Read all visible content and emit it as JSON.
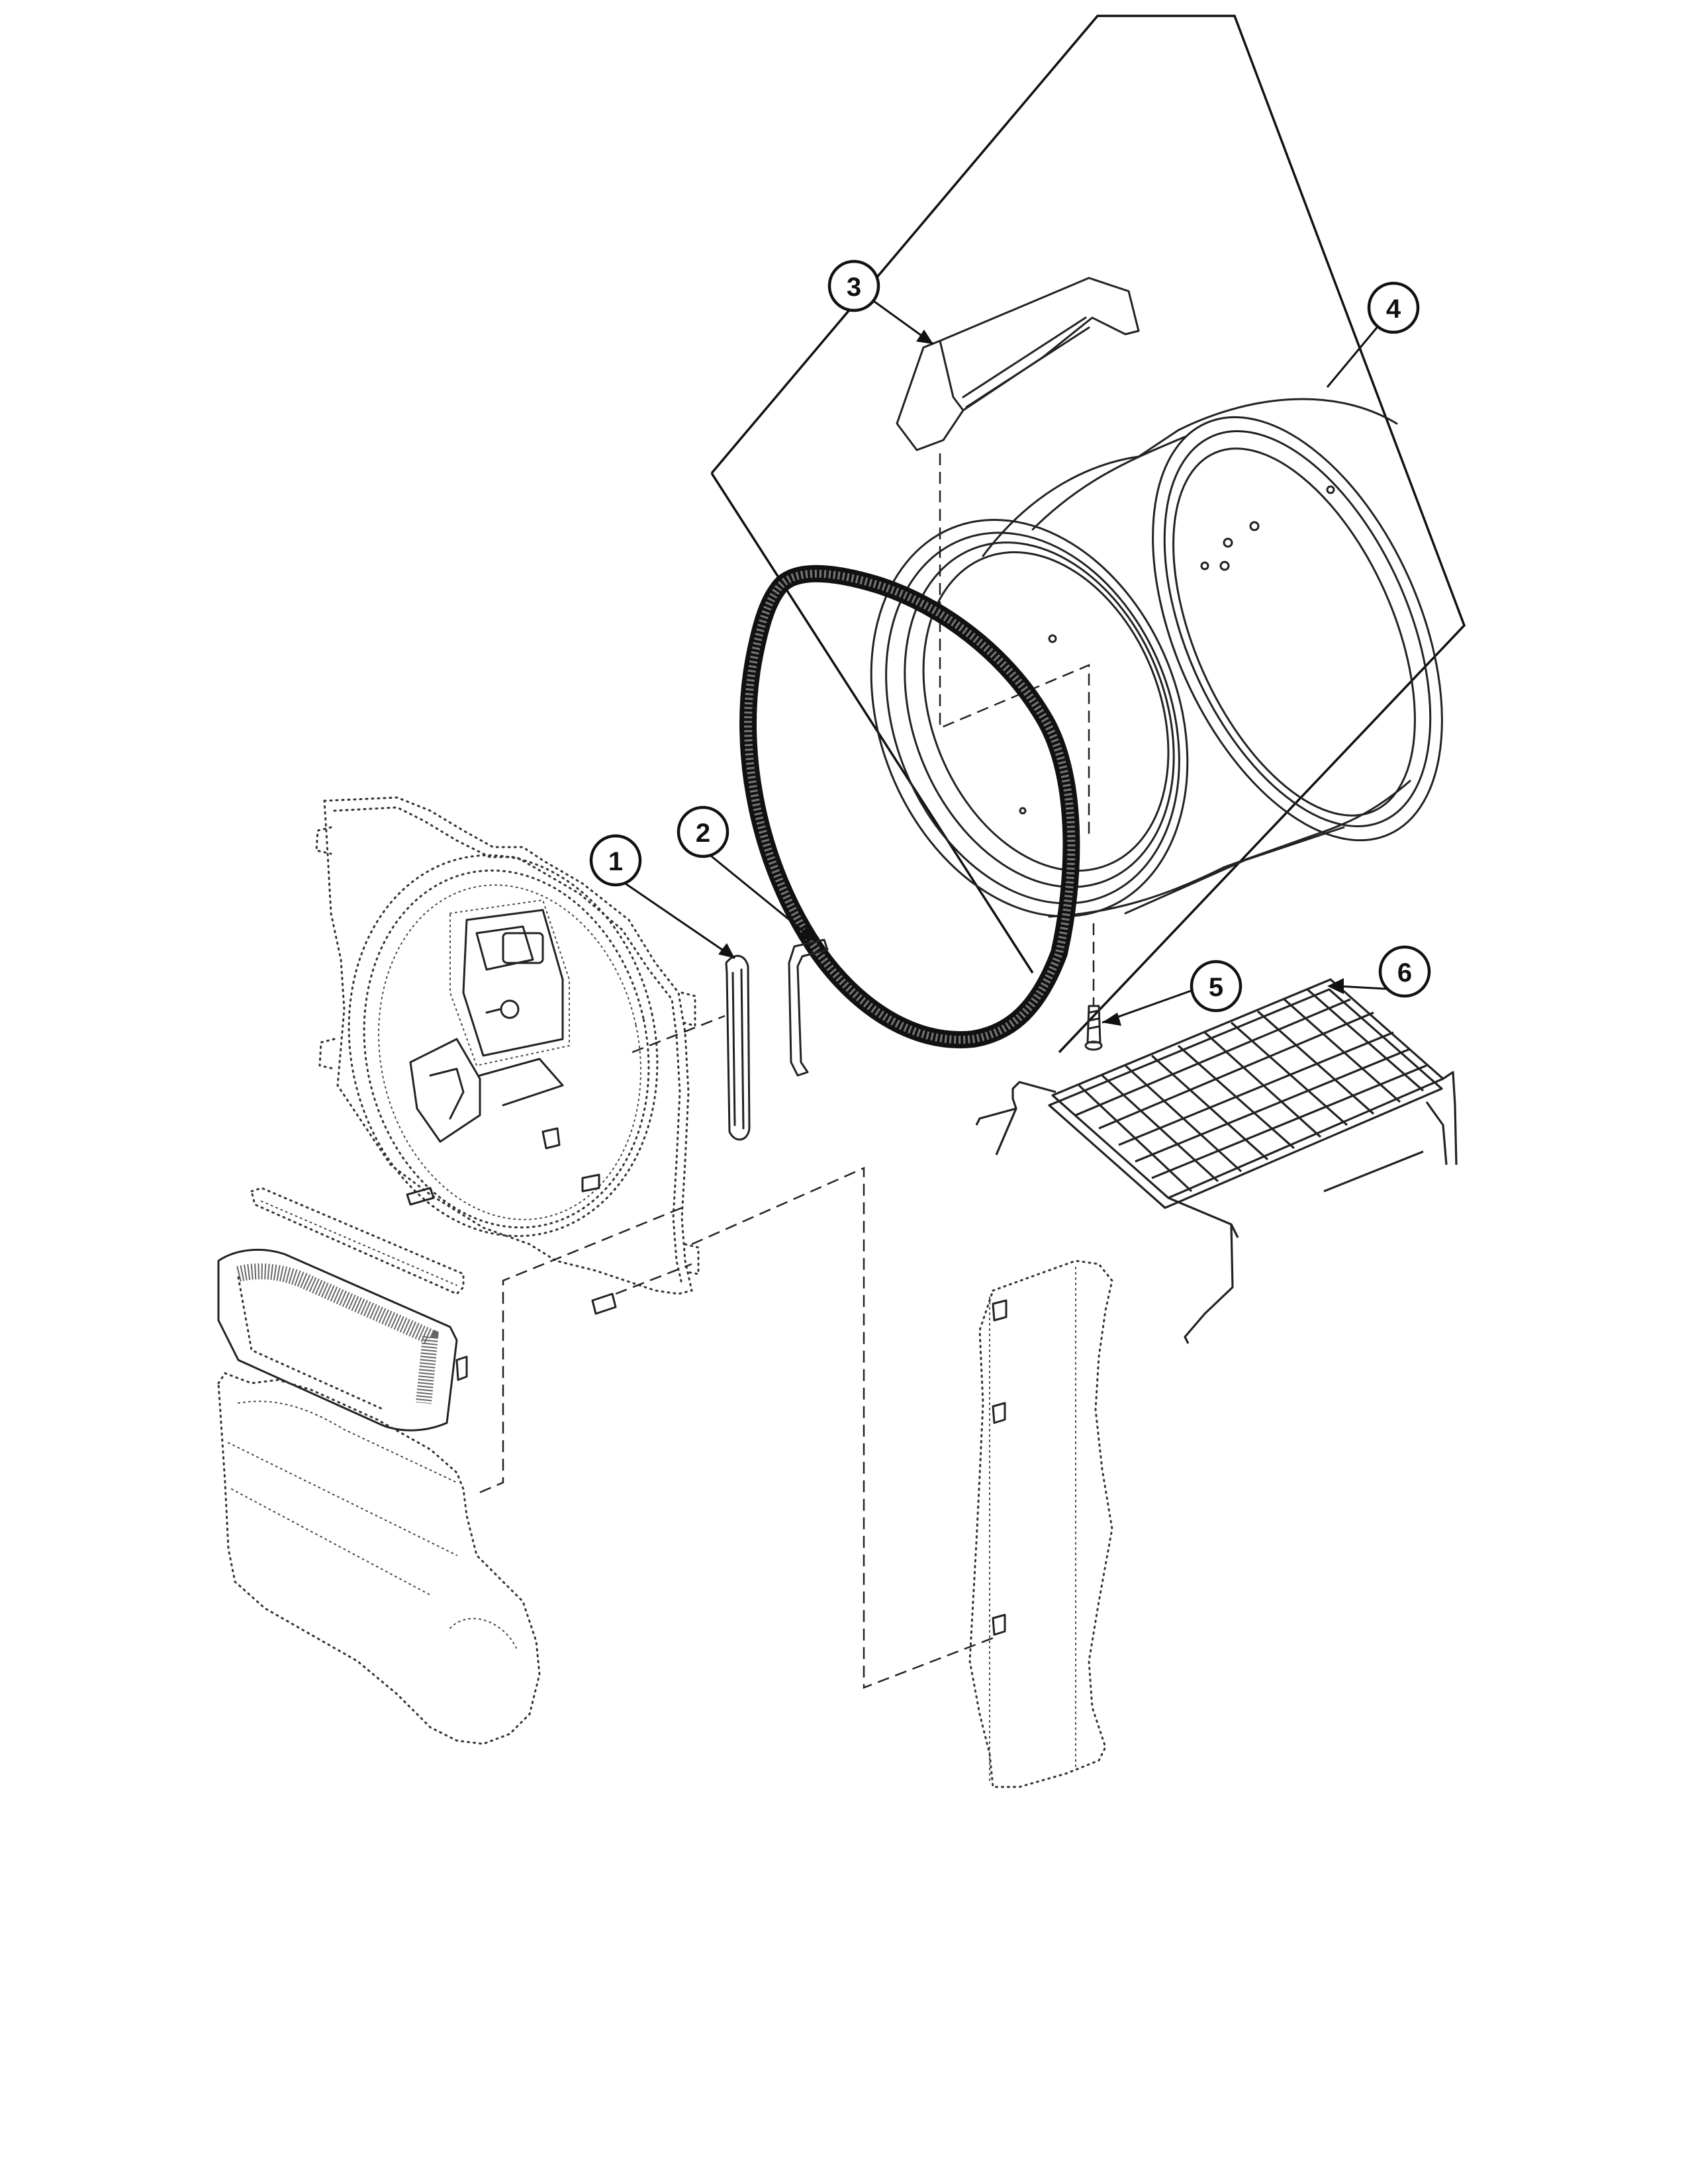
{
  "diagram": {
    "callouts": [
      {
        "id": "1",
        "label": "1"
      },
      {
        "id": "2",
        "label": "2"
      },
      {
        "id": "3",
        "label": "3"
      },
      {
        "id": "4",
        "label": "4"
      },
      {
        "id": "5",
        "label": "5"
      },
      {
        "id": "6",
        "label": "6"
      }
    ],
    "colors": {
      "ink": "#222222",
      "background": "#ffffff"
    }
  }
}
